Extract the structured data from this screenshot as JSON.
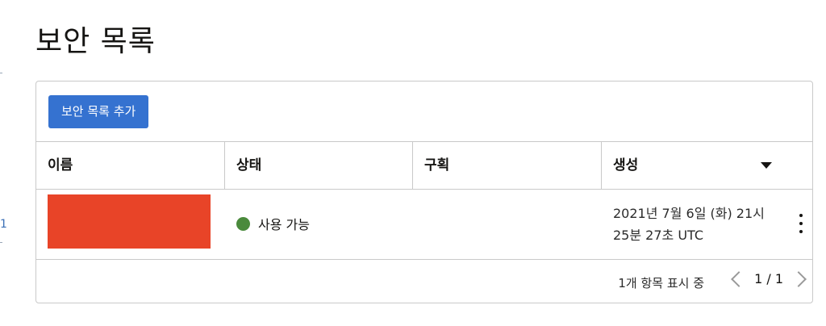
{
  "page": {
    "title": "보안 목록",
    "edge_mark": "1"
  },
  "toolbar": {
    "add_button_label": "보안 목록 추가"
  },
  "table": {
    "columns": [
      "이름",
      "상태",
      "구획",
      "생성"
    ],
    "rows": [
      {
        "name": "",
        "status": "사용 가능",
        "compartment": "",
        "created": "2021년 7월 6일 (화) 21시 25분 27초 UTC"
      }
    ]
  },
  "footer": {
    "count_text": "1개 항목 표시 중",
    "page_text": "1 / 1"
  },
  "colors": {
    "primary": "#3572d0",
    "status_available": "#4a8a3c",
    "redaction": "#e84428"
  }
}
